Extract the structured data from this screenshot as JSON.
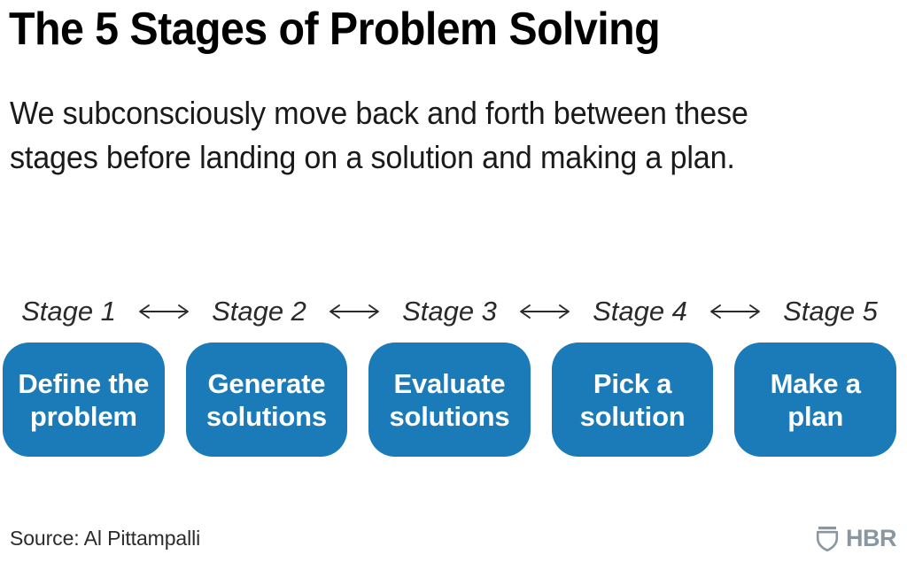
{
  "title": "The 5 Stages of Problem Solving",
  "subtitle": "We subconsciously move back and forth between these stages before landing on a solution and making a plan.",
  "stages": [
    {
      "label": "Stage 1",
      "box_text": "Define the problem"
    },
    {
      "label": "Stage 2",
      "box_text": "Generate solutions"
    },
    {
      "label": "Stage 3",
      "box_text": "Evaluate solutions"
    },
    {
      "label": "Stage 4",
      "box_text": "Pick a solution"
    },
    {
      "label": "Stage 5",
      "box_text": "Make a plan"
    }
  ],
  "connector": {
    "icon": "bidirectional-arrow-icon",
    "glyph": "⟷",
    "count": 4
  },
  "footer": {
    "source": "Source: Al Pittampalli",
    "logo_text": "HBR",
    "logo_mark": "hbr-shield-icon"
  },
  "colors": {
    "background": "#ffffff",
    "box_fill": "#1b7ab8",
    "box_text": "#ffffff",
    "title_text": "#000000",
    "stage_label_text": "#2a2a2a",
    "source_text": "#2c2c2c",
    "logo_gray": "#8b97a0"
  },
  "chart_data": {
    "type": "diagram",
    "title": "The 5 Stages of Problem Solving",
    "subtitle": "We subconsciously move back and forth between these stages before landing on a solution and making a plan.",
    "categories": [
      "Stage 1",
      "Stage 2",
      "Stage 3",
      "Stage 4",
      "Stage 5"
    ],
    "values": [
      "Define the problem",
      "Generate solutions",
      "Evaluate solutions",
      "Pick a solution",
      "Make a plan"
    ],
    "connector_type": "bidirectional",
    "legend": "",
    "source": "Source: Al Pittampalli"
  }
}
